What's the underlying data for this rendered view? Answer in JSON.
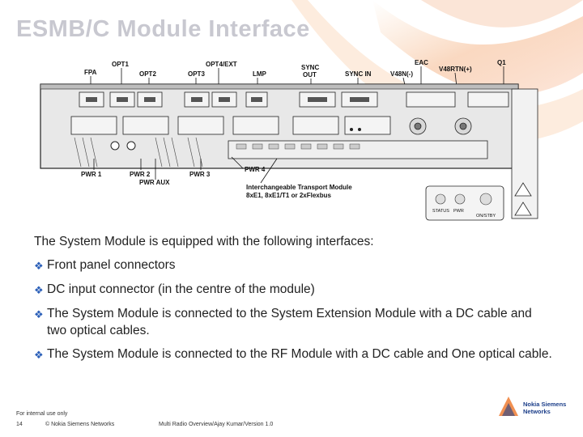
{
  "slide": {
    "title": "ESMB/C Module Interface"
  },
  "diagram": {
    "top_labels": [
      "FPA",
      "OPT1",
      "OPT2",
      "OPT3",
      "OPT4/EXT",
      "LMP",
      "SYNC OUT",
      "SYNC IN",
      "EAC",
      "V48N(-)",
      "V48RTN(+)",
      "Q1"
    ],
    "sync_out_line1": "SYNC",
    "sync_out_line2": "OUT",
    "bottom_labels": [
      "PWR 1",
      "PWR 2",
      "PWR 3",
      "PWR 4",
      "PWR AUX"
    ],
    "transport_line1": "Interchangeable Transport Module",
    "transport_line2": "8xE1, 8xE1/T1 or 2xFlexbus",
    "indicator_labels": [
      "STATUS",
      "PWR",
      "ON/STBY"
    ]
  },
  "content": {
    "intro": "The System Module is equipped with the following interfaces:",
    "bullets": [
      "Front panel connectors",
      "DC input connector (in the centre of the module)",
      "The System Module is connected to the System Extension Module with a DC cable and two optical cables.",
      "The System Module is connected to the RF Module with a DC cable and One optical cable."
    ],
    "bullet_color": "#2b5fb8"
  },
  "footer": {
    "classification": "For internal use only",
    "page_number": "14",
    "copyright": "© Nokia Siemens Networks",
    "doc_title": "Multi Radio Overview/Ajay Kumar/Version 1.0",
    "logo_line1": "Nokia Siemens",
    "logo_line2": "Networks"
  }
}
